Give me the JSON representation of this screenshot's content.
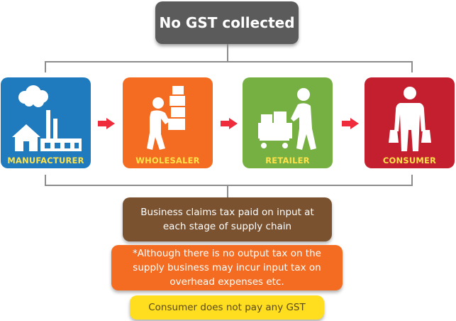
{
  "title": "No GST collected",
  "stages": [
    {
      "label": "MANUFACTURER",
      "color": "#1f7bbd",
      "icon": "factory-icon"
    },
    {
      "label": "WHOLESALER",
      "color": "#f36c21",
      "icon": "person-carrying-boxes-icon"
    },
    {
      "label": "RETAILER",
      "color": "#76b043",
      "icon": "person-with-cart-icon"
    },
    {
      "label": "CONSUMER",
      "color": "#c41f2e",
      "icon": "person-with-bags-icon"
    }
  ],
  "arrow_color": "#ee2c3c",
  "notes": {
    "input_tax_claim": "Business claims tax paid on input at each stage of supply chain",
    "overhead_note": "*Although there is no output tax on the supply business may incur input tax on overhead expenses etc.",
    "consumer_note": "Consumer does not pay any GST"
  }
}
